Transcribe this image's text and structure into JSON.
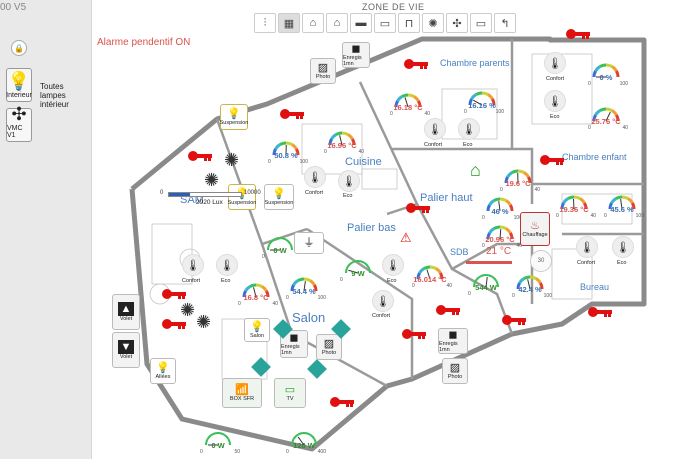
{
  "app": {
    "title": "00 V5",
    "zone": "ZONE DE VIE"
  },
  "nav_icons": [
    "sliders-icon",
    "floorplan-icon",
    "home-icon",
    "garage-icon",
    "car-icon",
    "bed-icon",
    "sofa-icon",
    "alarm-icon",
    "fan-icon",
    "tv-icon",
    "pool-icon"
  ],
  "alarm": {
    "text": "Alarme pendentif ON"
  },
  "sidebar": {
    "interior_tile": "Interieur",
    "interior_label": "Toutes lampes intérieur",
    "vmc_tile": "VMC V1"
  },
  "rooms": {
    "chambre_parents": "Chambre parents",
    "chambre_enfant": "Chambre enfant",
    "cuisine": "Cuisine",
    "sam": "SAM",
    "palier_haut": "Palier haut",
    "palier_bas": "Palier bas",
    "sdb": "SDB",
    "salon": "Salon",
    "bureau": "Bureau"
  },
  "gauges": {
    "parents_temp": {
      "value": "16.18 °C",
      "min": "0",
      "max": "40",
      "level": 0.405
    },
    "parents_hum": {
      "value": "16.16 %",
      "min": "0",
      "max": "100",
      "level": 0.16
    },
    "parents_hum2": {
      "value": "0 %",
      "min": "0",
      "max": "100",
      "level": 0.0
    },
    "parents_temp2": {
      "value": "25.76 °C",
      "min": "0",
      "max": "40",
      "level": 0.644
    },
    "cuisine_hum": {
      "value": "50.8 %",
      "min": "0",
      "max": "100",
      "level": 0.508
    },
    "cuisine_temp": {
      "value": "16.96 °C",
      "min": "0",
      "max": "40",
      "level": 0.424
    },
    "palier_temp": {
      "value": "19.6 °C",
      "min": "0",
      "max": "40",
      "level": 0.49
    },
    "enfant_temp": {
      "value": "19.36 °C",
      "min": "0",
      "max": "40",
      "level": 0.484
    },
    "enfant_hum": {
      "value": "45.6 %",
      "min": "0",
      "max": "100",
      "level": 0.456
    },
    "palier_hum": {
      "value": "46 %",
      "min": "0",
      "max": "100",
      "level": 0.46
    },
    "sdb_temp": {
      "value": "20.96 °C",
      "min": "0",
      "max": "40",
      "level": 0.524
    },
    "sdb_pow": {
      "value": "544 W",
      "min": "0",
      "max": "",
      "level": 0.54
    },
    "bureau_hum": {
      "value": "42.4 %",
      "min": "0",
      "max": "100",
      "level": 0.424
    },
    "sam_pow": {
      "value": "0 W",
      "min": "0",
      "max": "",
      "level": 0.0
    },
    "salon_temp": {
      "value": "16.8 °C",
      "min": "0",
      "max": "40",
      "level": 0.42
    },
    "salon_hum": {
      "value": "54.4 %",
      "min": "0",
      "max": "100",
      "level": 0.544
    },
    "salon_pow": {
      "value": "9 W",
      "min": "0",
      "max": "",
      "level": 0.09
    },
    "bas_temp": {
      "value": "16.014 °C",
      "min": "0",
      "max": "40",
      "level": 0.4
    },
    "bottom_pow1": {
      "value": "0 W",
      "min": "0",
      "max": "50",
      "level": 0.0
    },
    "bottom_pow2": {
      "value": "120 W",
      "min": "0",
      "max": "400",
      "level": 0.3
    }
  },
  "controls": {
    "confort": "Confort",
    "eco": "Eco",
    "enregis": "Enregis 1mn",
    "photo": "Photo",
    "suspension": "Suspension",
    "chauffage": "Chauffage",
    "sdb_setpoint": "21 °C",
    "sdb_setpoint_min": "30",
    "lux_value": "2920 Lux",
    "lux_min": "0",
    "lux_max": "10000",
    "lux_level": 0.292,
    "volet_up": "Volet",
    "volet_down": "Volet",
    "allees": "Allées",
    "salon_lamp": "Salon",
    "box": "BOX SFR",
    "tv": "TV",
    "sam_lamp_off": "Suspension",
    "sam_lamp_on": "Suspension",
    "sam_lamp_on2": "Suspension"
  },
  "colors": {
    "accent_blue": "#4a7fc0",
    "alarm_red": "#d9534f",
    "key_red": "#e01010",
    "home_green": "#1ea01e",
    "teal": "#2aa39b"
  }
}
